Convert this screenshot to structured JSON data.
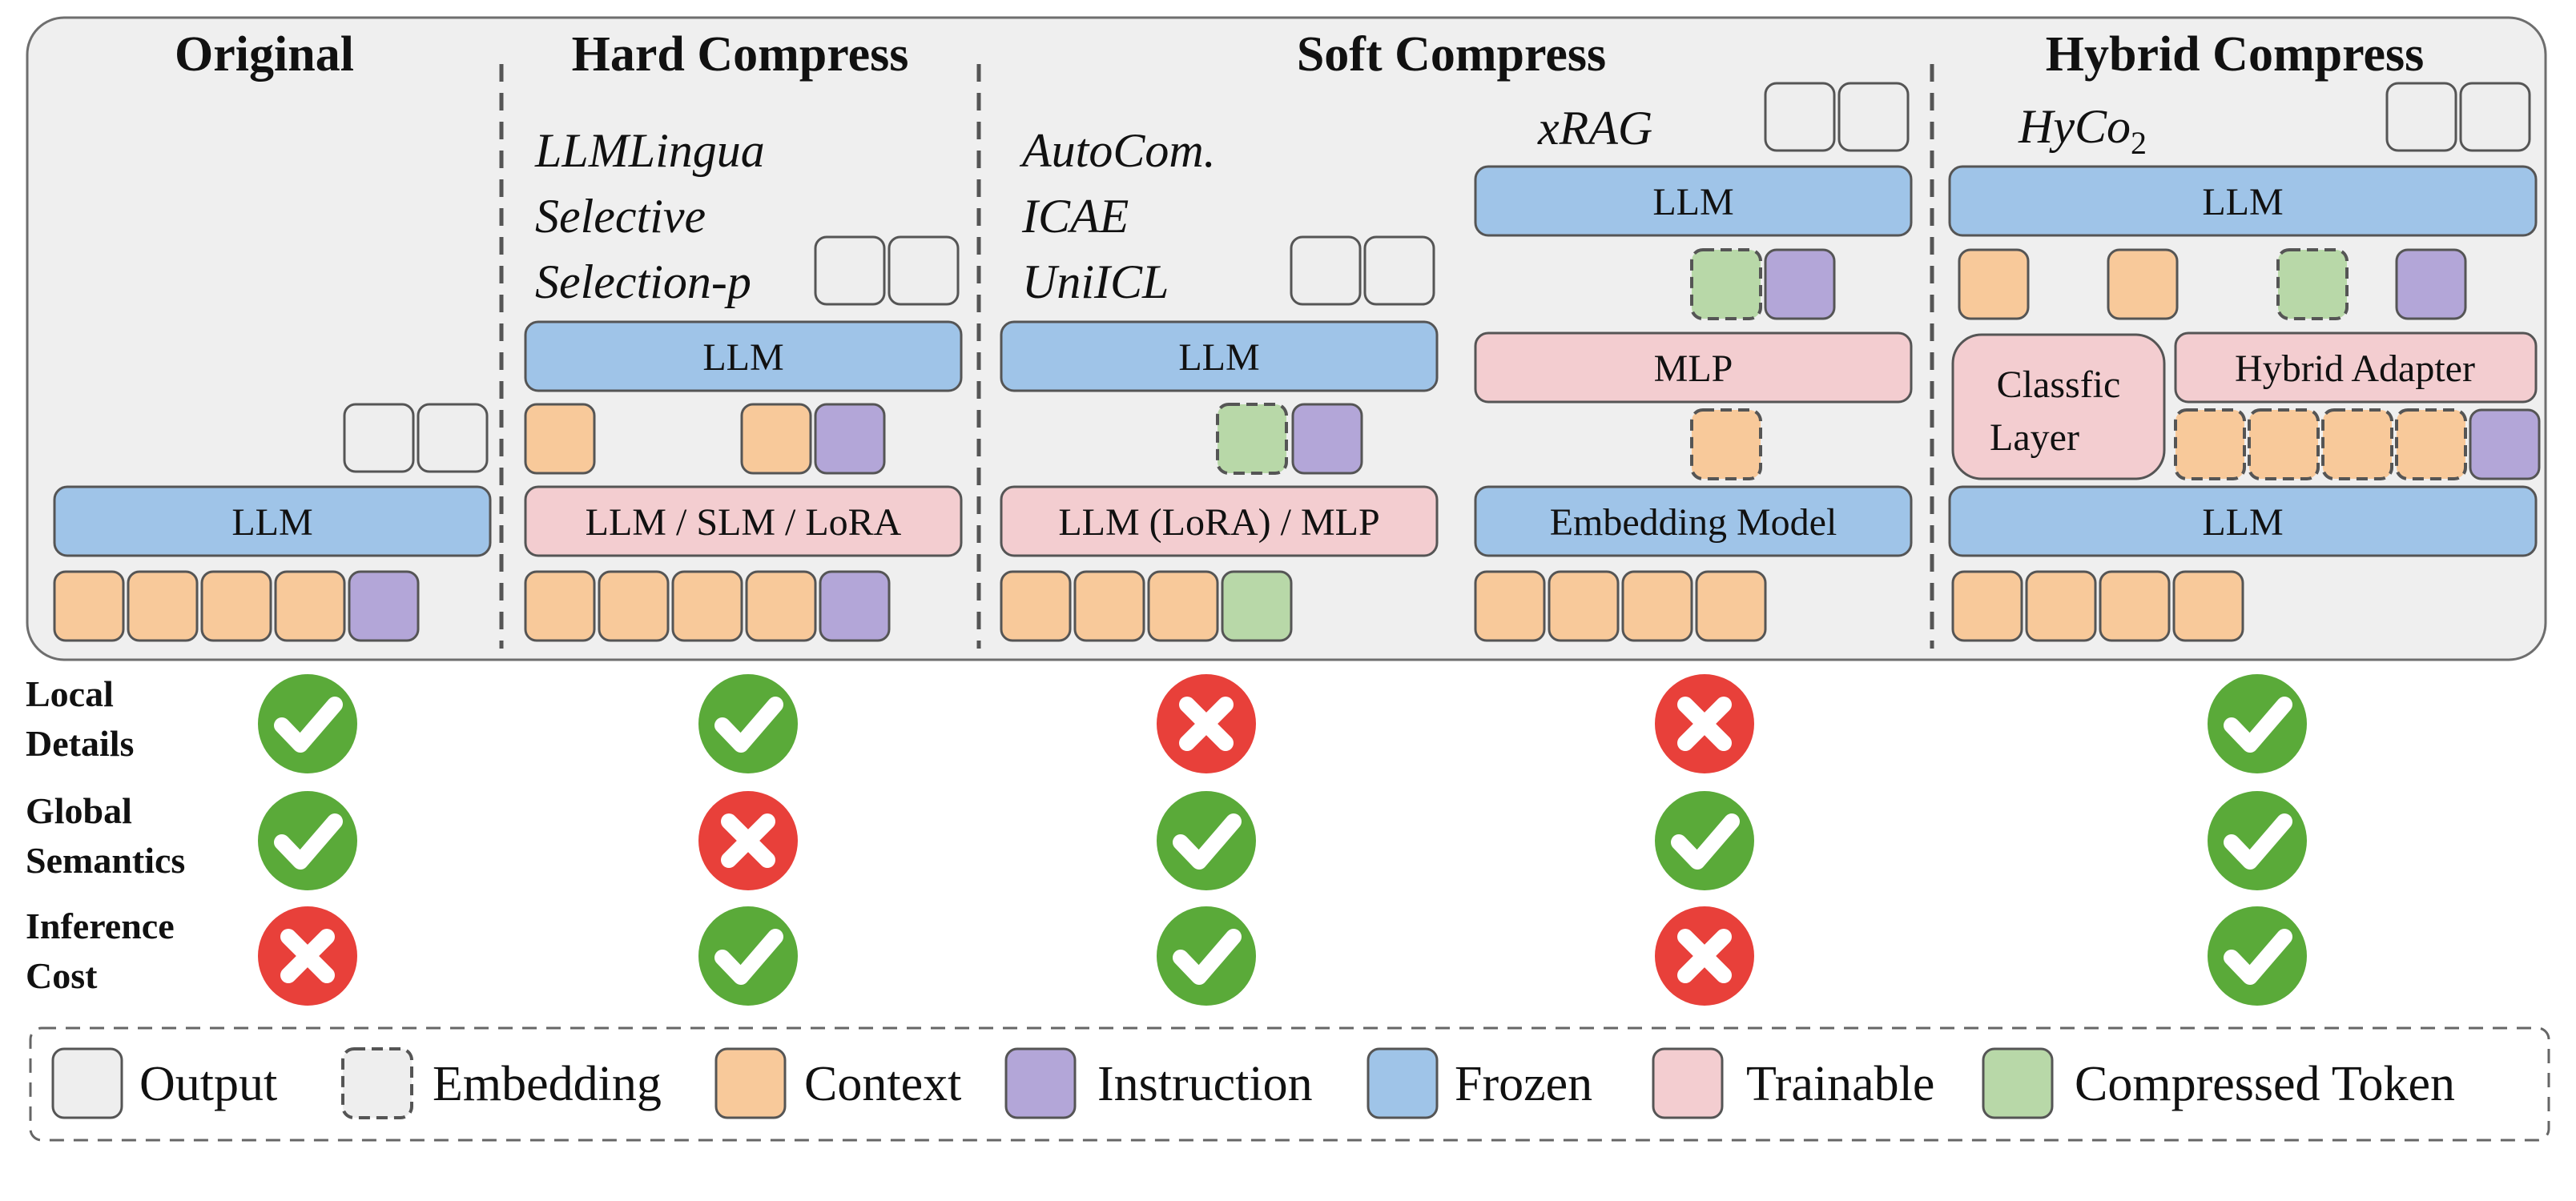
{
  "columns": {
    "original": "Original",
    "hard": "Hard Compress",
    "soft": "Soft Compress",
    "hybrid": "Hybrid Compress"
  },
  "methods": {
    "hard": [
      "LLMLingua",
      "Selective",
      "Selection-p"
    ],
    "soft": [
      "AutoCom.",
      "ICAE",
      "UniICL"
    ],
    "xrag": "xRAG",
    "hyco_base": "HyCo",
    "hyco_sub": "2"
  },
  "blocks": {
    "llm": "LLM",
    "llm_slm_lora": "LLM / SLM / LoRA",
    "llm_lora_mlp": "LLM (LoRA) / MLP",
    "mlp": "MLP",
    "embedding_model": "Embedding Model",
    "classfic_line1": "Classfic",
    "classfic_line2": "Layer",
    "hybrid_adapter": "Hybrid  Adapter"
  },
  "criteria": [
    {
      "line1": "Local",
      "line2": "Details",
      "values": [
        true,
        true,
        false,
        false,
        true
      ]
    },
    {
      "line1": "Global",
      "line2": "Semantics",
      "values": [
        true,
        false,
        true,
        true,
        true
      ]
    },
    {
      "line1": "Inference",
      "line2": "Cost",
      "values": [
        false,
        true,
        true,
        false,
        true
      ]
    }
  ],
  "legend": [
    {
      "label": "Output",
      "kind": "output"
    },
    {
      "label": "Embedding",
      "kind": "embedding"
    },
    {
      "label": "Context",
      "kind": "context"
    },
    {
      "label": "Instruction",
      "kind": "instruction"
    },
    {
      "label": "Frozen",
      "kind": "frozen"
    },
    {
      "label": "Trainable",
      "kind": "trainable"
    },
    {
      "label": "Compressed Token",
      "kind": "compressed"
    }
  ],
  "colors": {
    "output": "#eeeeee",
    "context": "#f8c99a",
    "instruction": "#b3a6d8",
    "frozen": "#9fc4e8",
    "trainable": "#f3cdd0",
    "compressed": "#b8d8a8",
    "check": "#5aaa39",
    "cross": "#e8403a",
    "panel": "#efefef"
  }
}
